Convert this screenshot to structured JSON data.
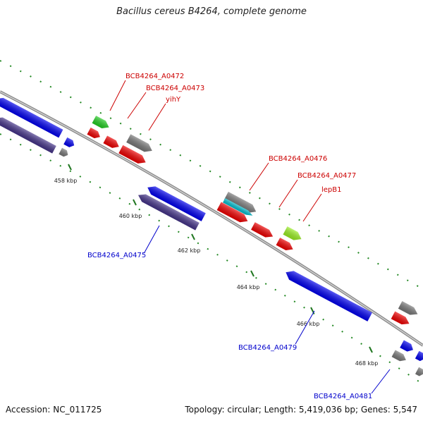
{
  "header": {
    "title": "Bacillus cereus B4264, complete genome"
  },
  "footer": {
    "accession": "Accession: NC_011725",
    "summary": "Topology: circular; Length: 5,419,036 bp; Genes: 5,547"
  },
  "colors": {
    "forward_red": "#ee0000",
    "reverse_blue": "#0000ee",
    "label_red": "#cc0000",
    "label_blue": "#0000cc",
    "gray": "#777777",
    "green": "#22cc22",
    "lime": "#99ee22",
    "cyan": "#00bbcc",
    "navy": "#443388",
    "backbone": "#888888",
    "tick": "#227722"
  },
  "ticks": [
    {
      "label": "458 kbp"
    },
    {
      "label": "460 kbp"
    },
    {
      "label": "462 kbp"
    },
    {
      "label": "464 kbp"
    },
    {
      "label": "466 kbp"
    },
    {
      "label": "468 kbp"
    }
  ],
  "gene_labels": [
    {
      "text": "BCB4264_A0472",
      "color": "red"
    },
    {
      "text": "BCB4264_A0473",
      "color": "red"
    },
    {
      "text": "yihY",
      "color": "red"
    },
    {
      "text": "BCB4264_A0476",
      "color": "red"
    },
    {
      "text": "BCB4264_A0477",
      "color": "red"
    },
    {
      "text": "lepB1",
      "color": "red"
    },
    {
      "text": "BCB4264_A0475",
      "color": "blue"
    },
    {
      "text": "BCB4264_A0479",
      "color": "blue"
    },
    {
      "text": "BCB4264_A0481",
      "color": "blue"
    }
  ]
}
